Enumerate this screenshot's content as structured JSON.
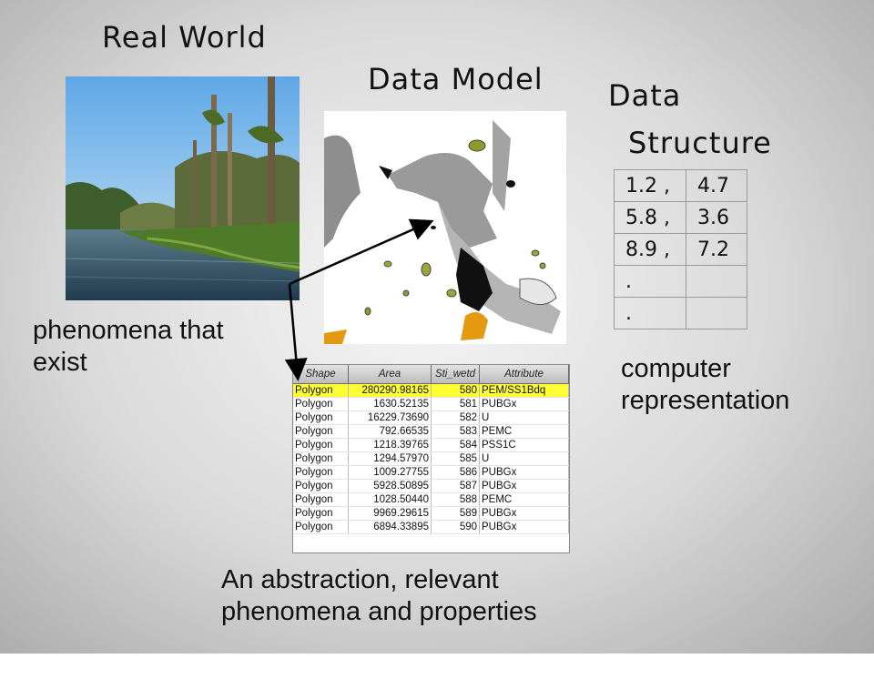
{
  "titles": {
    "real_world": "Real World",
    "data_model": "Data Model",
    "data": "Data",
    "structure": "Structure"
  },
  "captions": {
    "real_world_line1": "phenomena that",
    "real_world_line2": "exist",
    "computer_line1": "computer",
    "computer_line2": "representation",
    "abstraction_line1": "An abstraction, relevant",
    "abstraction_line2": "phenomena and properties"
  },
  "data_structure": {
    "rows": [
      [
        "1.2 ,",
        "4.7"
      ],
      [
        "5.8 ,",
        "3.6"
      ],
      [
        "8.9 ,",
        "7.2"
      ],
      [
        ".",
        ""
      ],
      [
        ".",
        ""
      ]
    ]
  },
  "attribute_table": {
    "headers": [
      "Shape",
      "Area",
      "Sti_wetd",
      "Attribute"
    ],
    "selected_row": 0,
    "rows": [
      [
        "Polygon",
        "280290.98165",
        "580",
        "PEM/SS1Bdq"
      ],
      [
        "Polygon",
        "1630.52135",
        "581",
        "PUBGx"
      ],
      [
        "Polygon",
        "16229.73690",
        "582",
        "U"
      ],
      [
        "Polygon",
        "792.66535",
        "583",
        "PEMC"
      ],
      [
        "Polygon",
        "1218.39765",
        "584",
        "PSS1C"
      ],
      [
        "Polygon",
        "1294.57970",
        "585",
        "U"
      ],
      [
        "Polygon",
        "1009.27755",
        "586",
        "PUBGx"
      ],
      [
        "Polygon",
        "5928.50895",
        "587",
        "PUBGx"
      ],
      [
        "Polygon",
        "1028.50440",
        "588",
        "PEMC"
      ],
      [
        "Polygon",
        "9969.29615",
        "589",
        "PUBGx"
      ],
      [
        "Polygon",
        "6894.33895",
        "590",
        "PUBGx"
      ]
    ]
  },
  "colors": {
    "selected_row": "#ffff33",
    "map_polygon": "#9a9a9a",
    "map_accent_orange": "#e39a12",
    "map_accent_olive": "#8f9a2a"
  }
}
